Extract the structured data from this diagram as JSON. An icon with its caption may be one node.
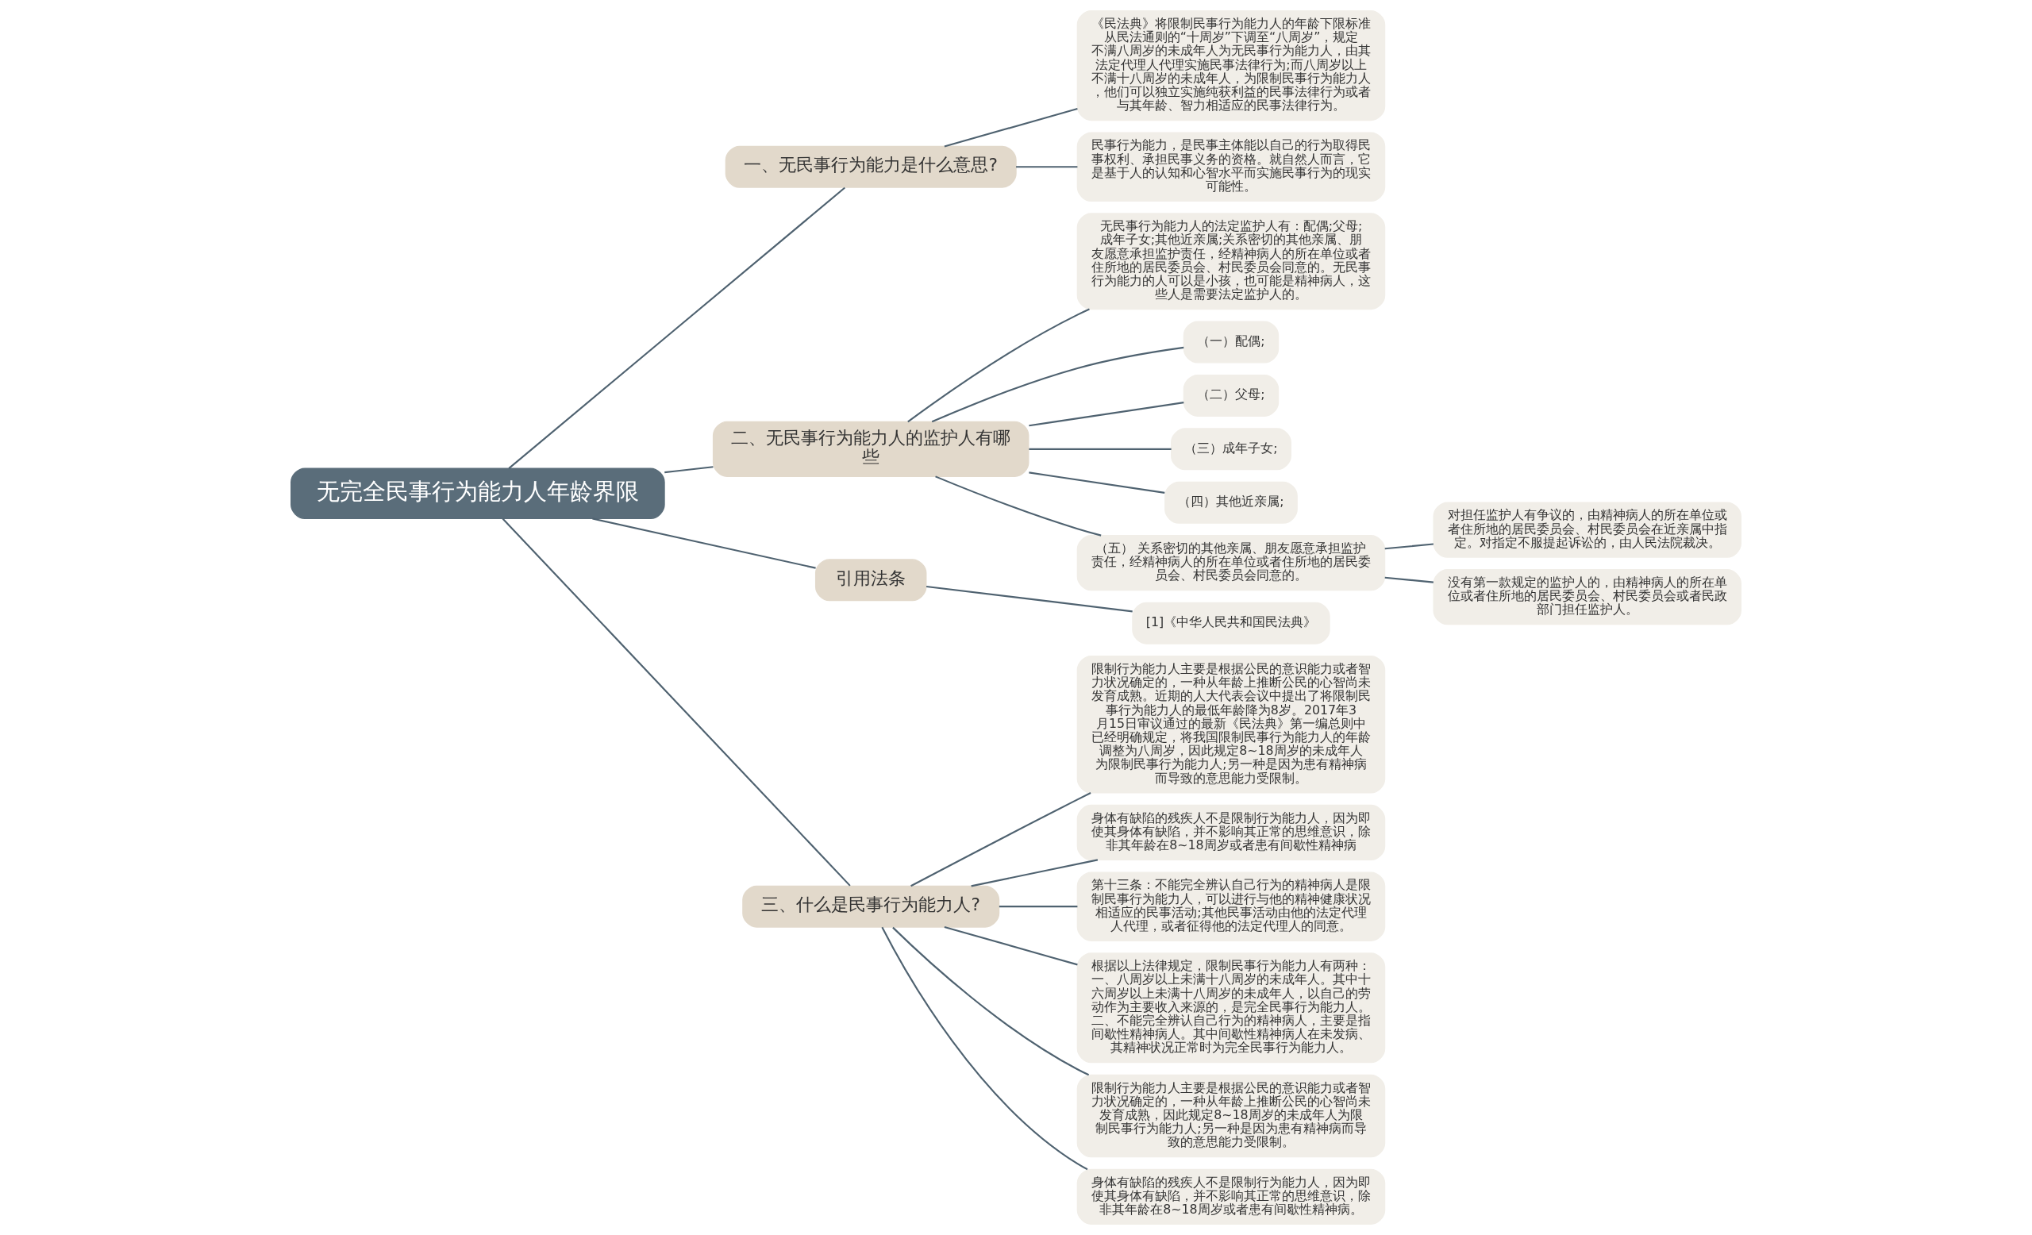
{
  "diagram": {
    "nodes": [
      {
        "text": [
          "无完全民事行为能力人年龄界限"
        ]
      },
      {
        "text": [
          "一、无民事行为能力是什么意思?"
        ]
      },
      {
        "text": [
          "《民法典》将限制民事行为能力人的年龄下限标准从民法通则的“十周岁”下调至“八周岁”，规定不满八周岁的未成年人为无民事行为能力人，由其法定代理人代理实施民事法律行为;而八周岁以上不满十八周岁的未成年人，为限制民事行为能力人，他们可以独立实施纯获利益的民事法律行为或者与其年龄、智力相适应的民事法律行为。"
        ]
      },
      {
        "text": [
          "民事行为能力，是民事主体能以自己的行为取得民事权利、承担民事义务的资格。就自然人而言，它是基于人的认知和心智水平而实施民事行为的现实可能性。"
        ]
      },
      {
        "text": [
          "二、无民事行为能力人的监护人有哪些"
        ]
      },
      {
        "text": [
          "无民事行为能力人的法定监护人有：配偶;父母;成年子女;其他近亲属;关系密切的其他亲属、朋友愿意承担监护责任，经精神病人的所在单位或者住所地的居民委员会、村民委员会同意的。无民事行为能力的人可以是小孩，也可能是精神病人，这些人是需要法定监护人的。"
        ]
      },
      {
        "text": [
          "（一）配偶;"
        ]
      },
      {
        "text": [
          "（二）父母;"
        ]
      },
      {
        "text": [
          "（三）成年子女;"
        ]
      },
      {
        "text": [
          "（四）其他近亲属;"
        ]
      },
      {
        "text": [
          "（五） 关系密切的其他亲属、朋友愿意承担监护责任，经精神病人的所在单位或者住所地的居民委员会、村民委员会同意的。"
        ]
      },
      {
        "text": [
          "对担任监护人有争议的，由精神病人的所在单位或者住所地的居民委员会、村民委员会在近亲属中指定。对指定不服提起诉讼的，由人民法院裁决。"
        ]
      },
      {
        "text": [
          "没有第一款规定的监护人的，由精神病人的所在单位或者住所地的居民委员会、村民委员会或者民政部门担任监护人。"
        ]
      },
      {
        "text": [
          "引用法条"
        ]
      },
      {
        "text": [
          "[1]《中华人民共和国民法典》"
        ]
      },
      {
        "text": [
          "三、什么是民事行为能力人?"
        ]
      },
      {
        "text": [
          "限制行为能力人主要是根据公民的意识能力或者智力状况确定的，一种从年龄上推断公民的心智尚未发育成熟。近期的人大代表会议中提出了将限制民事行为能力人的最低年龄降为8岁。2017年3月15日审议通过的最新《民法典》第一编总则中已经明确规定，将我国限制民事行为能力人的年龄调整为八周岁，因此规定8~18周岁的未成年人为限制民事行为能力人;另一种是因为患有精神病而导致的意思能力受限制。"
        ]
      },
      {
        "text": [
          "身体有缺陷的残疾人不是限制行为能力人，因为即使其身体有缺陷，并不影响其正常的思维意识，除非其年龄在8~18周岁或者患有间歇性精神病"
        ]
      },
      {
        "text": [
          "第十三条：不能完全辨认自己行为的精神病人是限制民事行为能力人，可以进行与他的精神健康状况相适应的民事活动;其他民事活动由他的法定代理人代理，或者征得他的法定代理人的同意。"
        ]
      },
      {
        "text": [
          "根据以上法律规定，限制民事行为能力人有两种：一、八周岁以上未满十八周岁的未成年人。其中十六周岁以上未满十八周岁的未成年人，以自己的劳动作为主要收入来源的，是完全民事行为能力人。二、不能完全辨认自己行为的精神病人，主要是指间歇性精神病人。其中间歇性精神病人在未发病、其精神状况正常时为完全民事行为能力人。"
        ]
      },
      {
        "text": [
          "限制行为能力人主要是根据公民的意识能力或者智力状况确定的，一种从年龄上推断公民的心智尚未发育成熟，因此规定8~18周岁的未成年人为限制民事行为能力人;另一种是因为患有精神病而导致的意思能力受限制。"
        ]
      },
      {
        "text": [
          "身体有缺陷的残疾人不是限制行为能力人，因为即使其身体有缺陷，并不影响其正常的思维意识，除非其年龄在8~18周岁或者患有间歇性精神病。"
        ]
      }
    ],
    "edges": [
      {
        "from": 0,
        "to": 1,
        "arrow": "none"
      },
      {
        "from": 1,
        "to": 2,
        "arrow": "none"
      },
      {
        "from": 1,
        "to": 3,
        "arrow": "none"
      },
      {
        "from": 0,
        "to": 4,
        "arrow": "none"
      },
      {
        "from": 4,
        "to": 5,
        "arrow": "none"
      },
      {
        "from": 4,
        "to": 6,
        "arrow": "none"
      },
      {
        "from": 4,
        "to": 7,
        "arrow": "none"
      },
      {
        "from": 4,
        "to": 8,
        "arrow": "none"
      },
      {
        "from": 4,
        "to": 9,
        "arrow": "none"
      },
      {
        "from": 4,
        "to": 10,
        "arrow": "none"
      },
      {
        "from": 10,
        "to": 11,
        "arrow": "none"
      },
      {
        "from": 10,
        "to": 12,
        "arrow": "none"
      },
      {
        "from": 0,
        "to": 13,
        "arrow": "none"
      },
      {
        "from": 13,
        "to": 14,
        "arrow": "none"
      },
      {
        "from": 0,
        "to": 15,
        "arrow": "none"
      },
      {
        "from": 15,
        "to": 16,
        "arrow": "none"
      },
      {
        "from": 15,
        "to": 17,
        "arrow": "none"
      },
      {
        "from": 15,
        "to": 18,
        "arrow": "none"
      },
      {
        "from": 15,
        "to": 19,
        "arrow": "none"
      },
      {
        "from": 15,
        "to": 20,
        "arrow": "none"
      },
      {
        "from": 15,
        "to": 21,
        "arrow": "none"
      }
    ]
  }
}
